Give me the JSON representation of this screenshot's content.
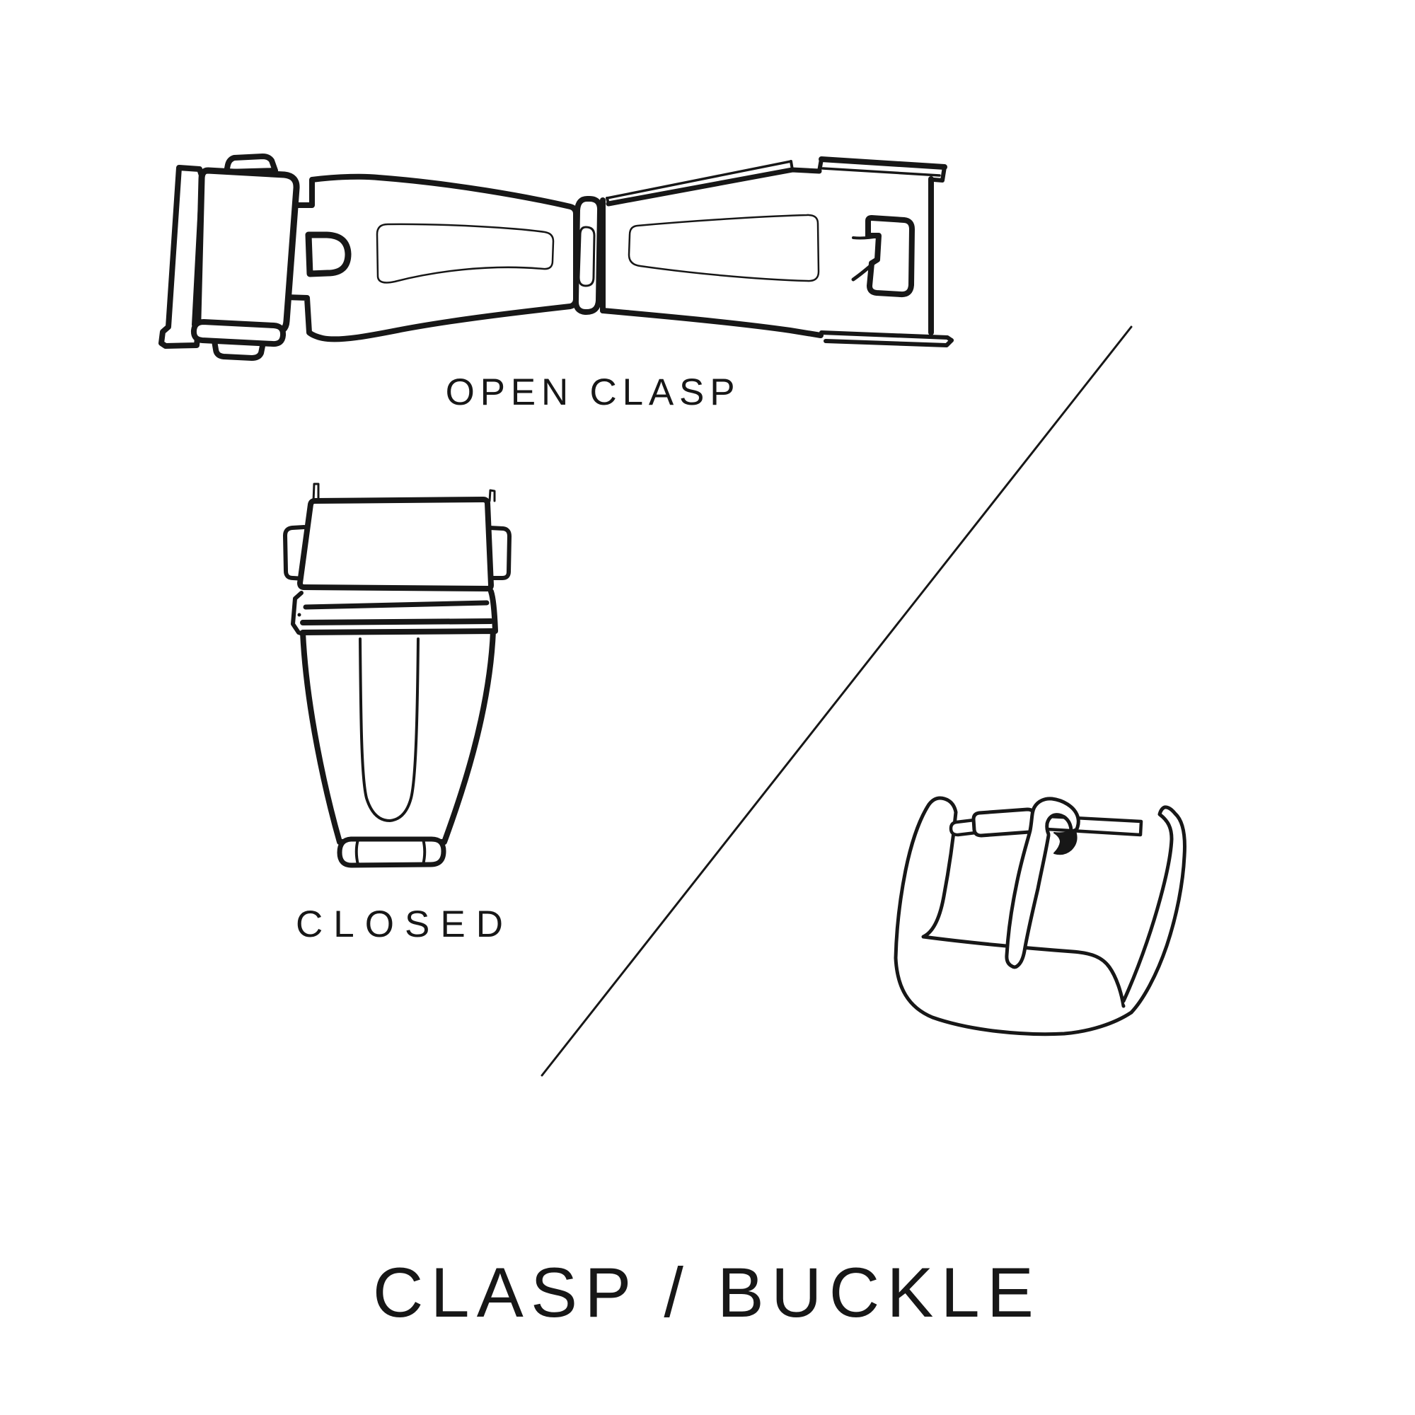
{
  "page": {
    "background_color": "#ffffff",
    "ink_color": "#171717",
    "description": "Line-art diagram of watch band clasp and buckle styles"
  },
  "figures": {
    "open_clasp": {
      "label": "OPEN CLASP"
    },
    "closed_clasp": {
      "label": "CLOSED"
    },
    "pin_buckle": {
      "label": ""
    }
  },
  "title": {
    "text": "CLASP / BUCKLE"
  }
}
